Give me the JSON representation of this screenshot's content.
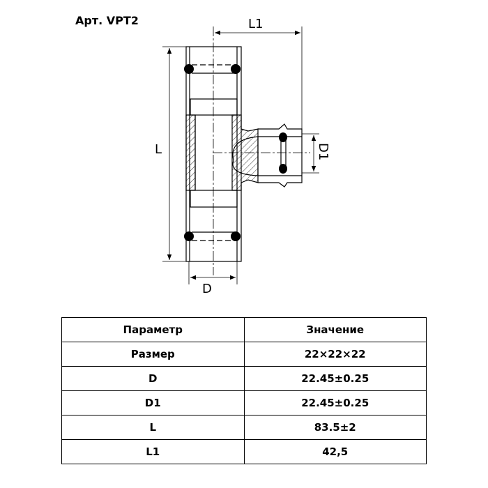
{
  "title": "Арт. VPT2",
  "drawing": {
    "labels": {
      "L": "L",
      "L1": "L1",
      "D": "D",
      "D1": "D1"
    }
  },
  "table": {
    "headers": [
      "Параметр",
      "Значение"
    ],
    "rows": [
      [
        "Размер",
        "22×22×22"
      ],
      [
        "D",
        "22.45±0.25"
      ],
      [
        "D1",
        "22.45±0.25"
      ],
      [
        "L",
        "83.5±2"
      ],
      [
        "L1",
        "42,5"
      ]
    ]
  }
}
